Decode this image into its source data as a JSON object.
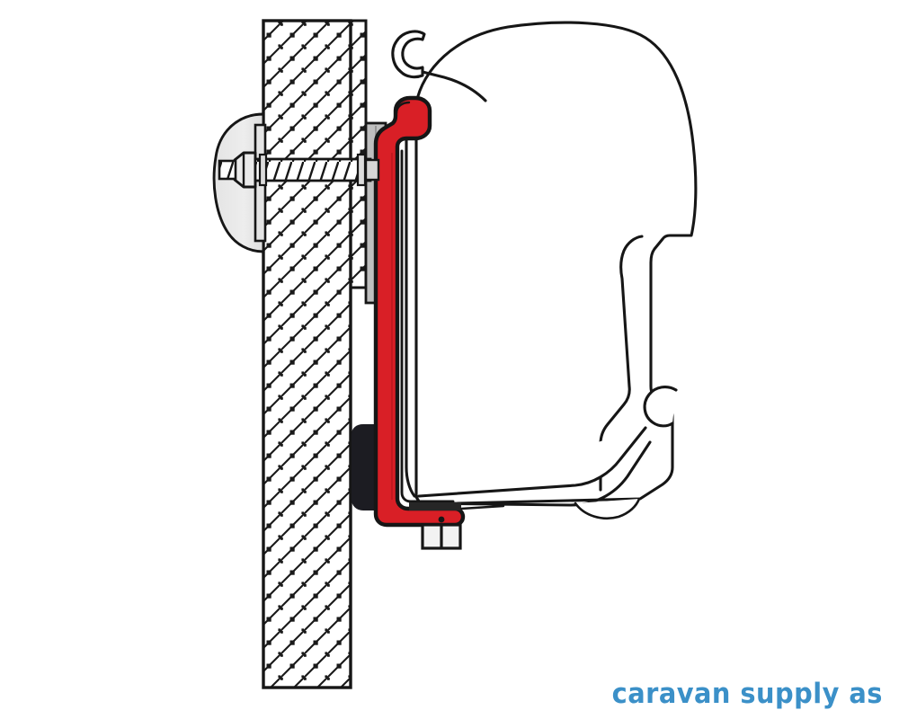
{
  "document": {
    "title": "Awning Adapter Bracket Mounting Cross-Section",
    "type": "technical-line-drawing",
    "background_color": "#ffffff",
    "line_color": "#1a1a1a"
  },
  "branding": {
    "logo_text": "caravan supply as",
    "logo_color": "#3b90c8"
  },
  "palette": {
    "bracket_red": "#d91f26",
    "outline_black": "#161616",
    "metal_gray": "#c9c9c9",
    "metal_gray_light": "#e2e2e2",
    "rubber_black": "#1c1c22",
    "wall_fill": "#ffffff",
    "hatch_color": "#1a1a1a"
  },
  "parts": [
    {
      "id": "wall-panel",
      "name": "Vehicle wall panel (sectioned)",
      "hatch": "concrete-dot-dash-diagonal",
      "fill": "#ffffff",
      "stroke": "#161616"
    },
    {
      "id": "wall-panel-outer-skin",
      "name": "Outer wall skin strip",
      "hatch": "concrete-dot-dash-diagonal",
      "fill": "#ffffff",
      "stroke": "#161616"
    },
    {
      "id": "backing-washer",
      "name": "Oval backing plate / large washer",
      "fill": "#ececec",
      "stroke": "#161616"
    },
    {
      "id": "backing-plate-bar",
      "name": "Inner rectangular backing bar",
      "fill": "#e2e2e2",
      "stroke": "#161616"
    },
    {
      "id": "hex-nut",
      "name": "Hexagon nut",
      "fill": "#e8e8e8",
      "stroke": "#161616"
    },
    {
      "id": "threaded-rod",
      "name": "Threaded bolt / stud through wall",
      "fill": "#ffffff",
      "stroke": "#161616"
    },
    {
      "id": "spacer-plate",
      "name": "Grey spacer plate behind bracket",
      "fill": "#bdbdbd",
      "stroke": "#161616"
    },
    {
      "id": "adapter-bracket",
      "name": "Red adapter bracket (L-profile with top hook)",
      "fill": "#d91f26",
      "stroke": "#161616"
    },
    {
      "id": "rubber-pad",
      "name": "Black rubber spacer block",
      "fill": "#1c1c22",
      "stroke": "#1c1c22"
    },
    {
      "id": "foot-bolt",
      "name": "Hex bolt under bracket foot",
      "fill": "#f0f0f0",
      "stroke": "#161616"
    },
    {
      "id": "awning-case",
      "name": "Awning cassette housing outline",
      "fill": "none",
      "stroke": "#161616"
    },
    {
      "id": "awning-hook-rail",
      "name": "Awning top hook rail profile",
      "fill": "none",
      "stroke": "#161616"
    },
    {
      "id": "awning-lower-arm",
      "name": "Awning lower arm / lead rail profile",
      "fill": "none",
      "stroke": "#161616"
    }
  ],
  "labels": {
    "none_visible": ""
  }
}
